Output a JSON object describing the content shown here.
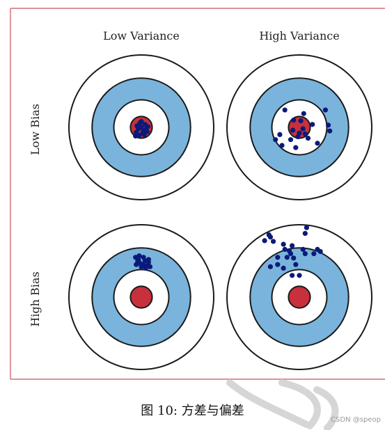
{
  "labels": {
    "col_low": "Low Variance",
    "col_high": "High Variance",
    "row_low": "Low Bias",
    "row_high": "High Bias"
  },
  "caption": "图 10: 方差与偏差",
  "watermark": "CSDN @speop",
  "colors": {
    "ring_outer": "#ffffff",
    "ring_middle": "#7ab4dc",
    "ring_inner": "#ffffff",
    "bullseye": "#c8303c",
    "dots": "#0a1a7a",
    "frame": "#c8505a"
  },
  "targets": [
    {
      "name": "low-bias-low-variance",
      "shots": [
        [
          0,
          0
        ],
        [
          0.03,
          0.05
        ],
        [
          -0.04,
          0.02
        ],
        [
          0.05,
          -0.04
        ],
        [
          -0.02,
          -0.06
        ],
        [
          0.06,
          0.03
        ],
        [
          -0.06,
          -0.02
        ],
        [
          0.02,
          0.08
        ],
        [
          -0.07,
          0.07
        ],
        [
          0.08,
          0.06
        ],
        [
          0.0,
          -0.08
        ],
        [
          -0.03,
          0.11
        ],
        [
          0.04,
          0.1
        ],
        [
          0.09,
          -0.01
        ],
        [
          -0.08,
          0.12
        ]
      ]
    },
    {
      "name": "low-bias-high-variance",
      "shots": [
        [
          -0.2,
          -0.24
        ],
        [
          0.06,
          -0.19
        ],
        [
          -0.08,
          -0.1
        ],
        [
          0.18,
          -0.04
        ],
        [
          -0.09,
          0.04
        ],
        [
          0.0,
          0.08
        ],
        [
          0.05,
          0.02
        ],
        [
          -0.12,
          0.17
        ],
        [
          0.12,
          0.15
        ],
        [
          0.36,
          -0.24
        ],
        [
          0.4,
          -0.03
        ],
        [
          0.42,
          0.05
        ],
        [
          -0.27,
          0.1
        ],
        [
          -0.33,
          0.17
        ],
        [
          -0.24,
          0.25
        ],
        [
          -0.05,
          0.28
        ],
        [
          0.25,
          0.22
        ],
        [
          0.02,
          -0.09
        ],
        [
          -0.02,
          0.13
        ],
        [
          0.08,
          0.09
        ]
      ]
    },
    {
      "name": "high-bias-low-variance",
      "shots": [
        [
          -0.08,
          -0.55
        ],
        [
          -0.03,
          -0.57
        ],
        [
          0.03,
          -0.55
        ],
        [
          -0.05,
          -0.5
        ],
        [
          0.05,
          -0.5
        ],
        [
          0.1,
          -0.48
        ],
        [
          -0.02,
          -0.47
        ],
        [
          0.03,
          -0.45
        ],
        [
          -0.07,
          -0.45
        ],
        [
          0.08,
          -0.43
        ],
        [
          0.12,
          -0.42
        ],
        [
          0.0,
          -0.42
        ],
        [
          0.06,
          -0.4
        ],
        [
          -0.04,
          -0.52
        ],
        [
          0.1,
          -0.52
        ]
      ]
    },
    {
      "name": "high-bias-high-variance",
      "shots": [
        [
          0.1,
          -0.96
        ],
        [
          0.08,
          -0.88
        ],
        [
          -0.42,
          -0.86
        ],
        [
          -0.4,
          -0.83
        ],
        [
          -0.48,
          -0.78
        ],
        [
          -0.36,
          -0.77
        ],
        [
          -0.22,
          -0.73
        ],
        [
          -0.2,
          -0.66
        ],
        [
          -0.14,
          -0.64
        ],
        [
          -0.1,
          -0.71
        ],
        [
          -0.12,
          -0.6
        ],
        [
          0.05,
          -0.66
        ],
        [
          0.08,
          -0.6
        ],
        [
          -0.08,
          -0.54
        ],
        [
          -0.17,
          -0.55
        ],
        [
          -0.3,
          -0.45
        ],
        [
          -0.4,
          -0.42
        ],
        [
          -0.3,
          -0.55
        ],
        [
          -0.22,
          -0.4
        ],
        [
          -0.1,
          -0.3
        ],
        [
          0.0,
          -0.3
        ],
        [
          0.25,
          -0.66
        ],
        [
          0.29,
          -0.63
        ],
        [
          0.2,
          -0.6
        ],
        [
          -0.05,
          -0.45
        ]
      ]
    }
  ]
}
